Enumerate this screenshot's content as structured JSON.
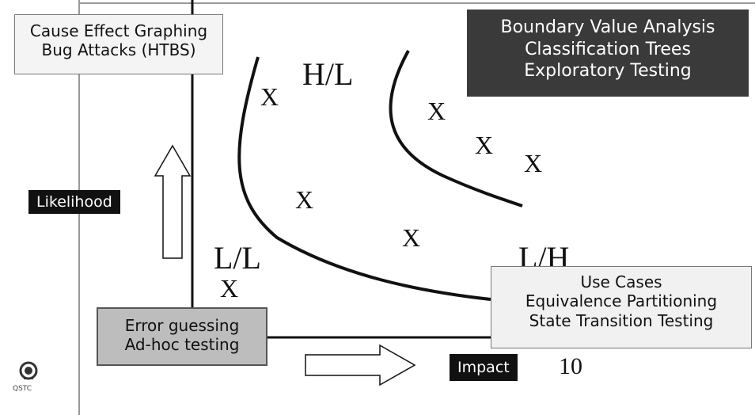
{
  "boxes": {
    "top_left": [
      "Cause Effect Graphing",
      "Bug Attacks (HTBS)"
    ],
    "top_right": [
      "Boundary Value Analysis",
      "Classification Trees",
      "Exploratory Testing"
    ],
    "bottom_left": [
      "Error guessing",
      "Ad-hoc testing"
    ],
    "bottom_right": [
      "Use Cases",
      "Equivalence Partitioning",
      "State Transition Testing"
    ]
  },
  "axes": {
    "likelihood": "Likelihood",
    "impact": "Impact",
    "impact_max": "10"
  },
  "zones": {
    "high_low": "H/L",
    "low_low": "L/L",
    "low_high": "L/H"
  },
  "marker": "X",
  "logo": {
    "text": "QSTC"
  },
  "colors": {
    "dark_box": "#3a3a3a",
    "error_box": "#bdbdbd",
    "light_box": "#f2f2f2",
    "tag": "#111111"
  }
}
